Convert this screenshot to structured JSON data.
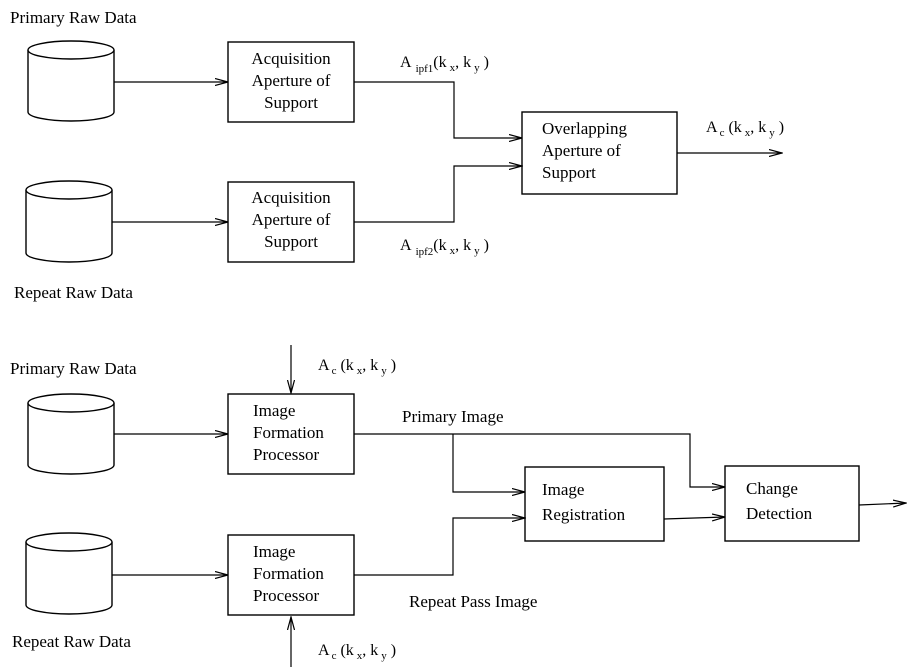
{
  "sources": {
    "top_primary": "Primary Raw Data",
    "top_repeat": "Repeat Raw Data",
    "bottom_primary": "Primary Raw Data",
    "bottom_repeat": "Repeat Raw Data"
  },
  "boxes": {
    "acq1": [
      "Acquisition",
      "Aperture of",
      "Support"
    ],
    "acq2": [
      "Acquisition",
      "Aperture of",
      "Support"
    ],
    "overlap": [
      "Overlapping",
      "Aperture of",
      "Support"
    ],
    "ifp1": [
      "Image",
      "Formation",
      "Processor"
    ],
    "ifp2": [
      "Image",
      "Formation",
      "Processor"
    ],
    "registration": [
      "Image",
      "Registration"
    ],
    "change": [
      "Change",
      "Detection"
    ]
  },
  "signals": {
    "ipf1": {
      "base": "A",
      "sub": "ipf1",
      "args": "(k",
      "x": "x",
      "mid": ", k",
      "y": "y",
      "end": " )"
    },
    "ipf2": {
      "base": "A",
      "sub": "ipf2",
      "args": "(k",
      "x": "x",
      "mid": ", k",
      "y": "y",
      "end": " )"
    },
    "ac": {
      "base": "A",
      "sub": "c",
      "args": " (k",
      "x": "x",
      "mid": ", k",
      "y": "y",
      "end": " )"
    }
  },
  "edge_labels": {
    "primary_image": "Primary Image",
    "repeat_image": "Repeat Pass Image"
  }
}
